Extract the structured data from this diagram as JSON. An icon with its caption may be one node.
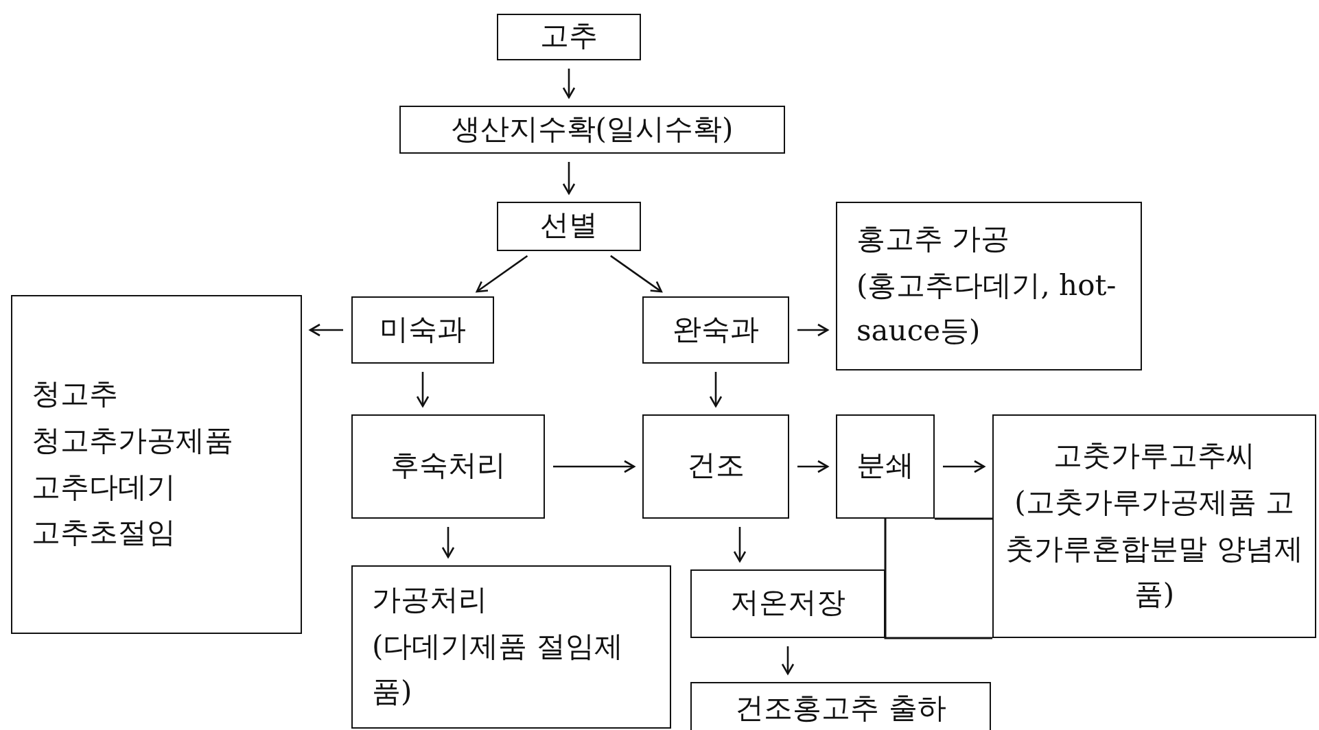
{
  "diagram": {
    "nodes": [
      {
        "text": [
          "고추"
        ]
      },
      {
        "text": [
          "생산지수확(일시수확)"
        ]
      },
      {
        "text": [
          "선별"
        ]
      },
      {
        "text": [
          "홍고추 가공",
          "(홍고추다데기, hot-sauce등)"
        ]
      },
      {
        "text": [
          "미숙과"
        ]
      },
      {
        "text": [
          "완숙과"
        ]
      },
      {
        "text": [
          "청고추",
          "청고추가공제품",
          "고추다데기",
          "고추초절임"
        ]
      },
      {
        "text": [
          "후숙처리"
        ]
      },
      {
        "text": [
          "건조"
        ]
      },
      {
        "text": [
          "분쇄"
        ]
      },
      {
        "text": [
          "고춧가루고추씨",
          "(고춧가루가공제품 고춧가루혼합분말 양념제품)"
        ]
      },
      {
        "text": [
          "저온저장"
        ]
      },
      {
        "text": [
          "가공처리",
          "(다데기제품 절임제품)"
        ]
      },
      {
        "text": [
          "건조홍고추 출하"
        ]
      }
    ],
    "edges": [
      {
        "from": 0,
        "to": 1,
        "arrow": "to"
      },
      {
        "from": 1,
        "to": 2,
        "arrow": "to"
      },
      {
        "from": 2,
        "to": 4,
        "arrow": "to"
      },
      {
        "from": 2,
        "to": 5,
        "arrow": "to"
      },
      {
        "from": 4,
        "to": 6,
        "arrow": "to"
      },
      {
        "from": 5,
        "to": 3,
        "arrow": "to"
      },
      {
        "from": 4,
        "to": 7,
        "arrow": "to"
      },
      {
        "from": 5,
        "to": 8,
        "arrow": "to"
      },
      {
        "from": 7,
        "to": 8,
        "arrow": "to"
      },
      {
        "from": 8,
        "to": 9,
        "arrow": "to"
      },
      {
        "from": 9,
        "to": 10,
        "arrow": "to"
      },
      {
        "from": 7,
        "to": 12,
        "arrow": "to"
      },
      {
        "from": 8,
        "to": 11,
        "arrow": "to"
      },
      {
        "from": 11,
        "to": 13,
        "arrow": "to"
      }
    ]
  }
}
